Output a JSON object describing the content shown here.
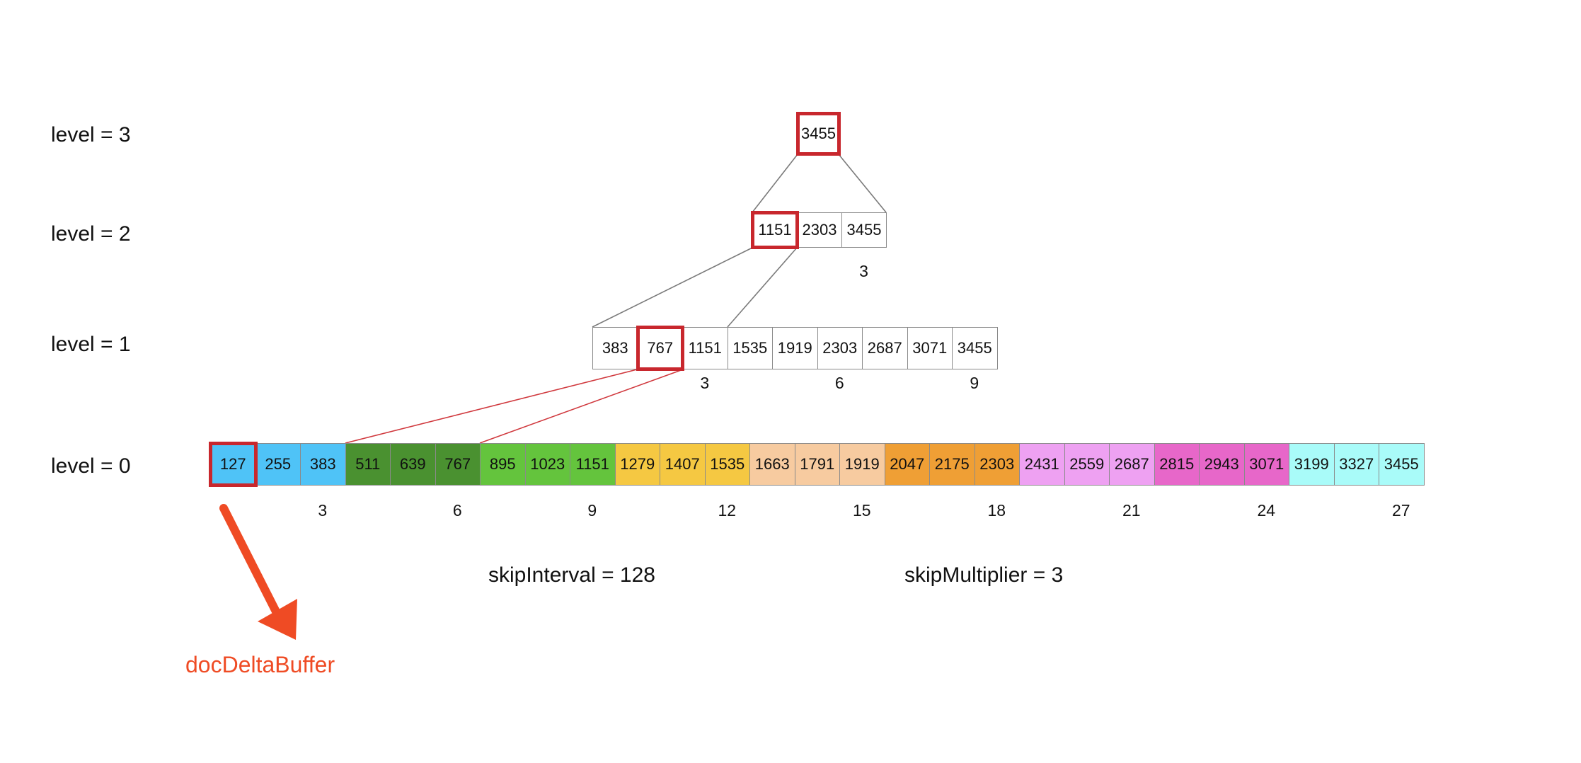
{
  "level_labels": {
    "l3": "level = 3",
    "l2": "level = 2",
    "l1": "level = 1",
    "l0": "level = 0"
  },
  "levels": {
    "level3": {
      "cells": [
        "3455"
      ],
      "indices": []
    },
    "level2": {
      "cells": [
        "1151",
        "2303",
        "3455"
      ],
      "indices": [
        "3"
      ]
    },
    "level1": {
      "cells": [
        "383",
        "767",
        "1151",
        "1535",
        "1919",
        "2303",
        "2687",
        "3071",
        "3455"
      ],
      "indices": [
        "3",
        "6",
        "9"
      ]
    },
    "level0": {
      "cells": [
        "127",
        "255",
        "383",
        "511",
        "639",
        "767",
        "895",
        "1023",
        "1151",
        "1279",
        "1407",
        "1535",
        "1663",
        "1791",
        "1919",
        "2047",
        "2175",
        "2303",
        "2431",
        "2559",
        "2687",
        "2815",
        "2943",
        "3071",
        "3199",
        "3327",
        "3455"
      ],
      "indices": [
        "3",
        "6",
        "9",
        "12",
        "15",
        "18",
        "21",
        "24",
        "27"
      ]
    }
  },
  "group_colors": [
    "#4fc3f7",
    "#4a9130",
    "#64c43d",
    "#f5c842",
    "#f7cba0",
    "#ef9f35",
    "#eea1f2",
    "#e767c9",
    "#a9fbf9"
  ],
  "highlight_color": "#c8272d",
  "params": {
    "skip_interval": "skipInterval = 128",
    "skip_multiplier": "skipMultiplier = 3"
  },
  "arrow": {
    "label": "docDeltaBuffer",
    "color": "#ef4b24"
  }
}
